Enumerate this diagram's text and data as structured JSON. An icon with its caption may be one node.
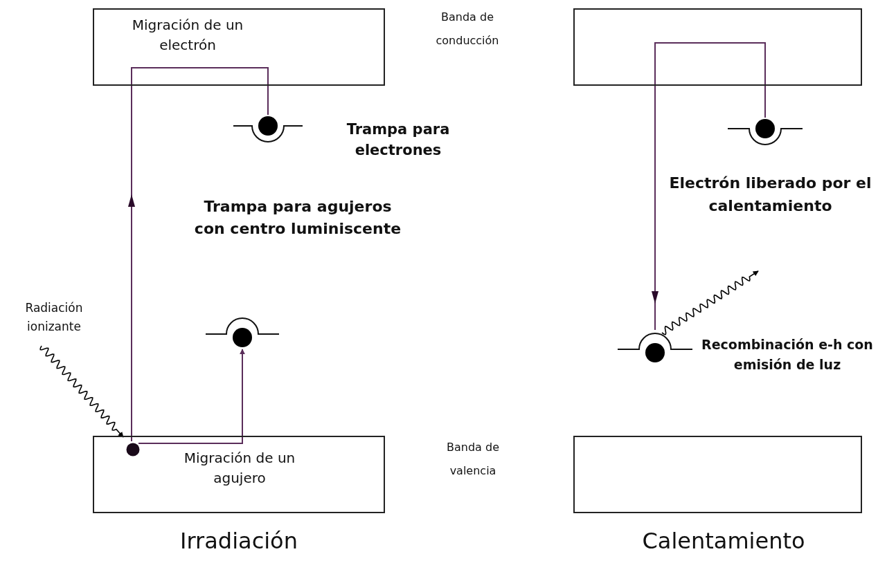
{
  "diagram": {
    "nodes": [
      {
        "text": [
          "Migración de un electrón"
        ]
      },
      {
        "text": [],
        "shape": "circle",
        "beside": [
          "Trampa para electrones"
        ]
      },
      {
        "text": [],
        "shape": "circle"
      },
      {
        "text": [
          "Radiación ionizante"
        ]
      },
      {
        "text": [
          "Migración de un agujero"
        ]
      },
      {
        "text": [],
        "shape": "circle",
        "in": 4
      },
      {
        "text": [],
        "shape": "box"
      },
      {
        "text": [],
        "shape": "circle"
      },
      {
        "text": [],
        "shape": "circle",
        "beside": [
          "Recombinación e-h con emisión de luz"
        ]
      },
      {
        "text": [],
        "shape": "box"
      }
    ],
    "edges": [
      {
        "from": 5,
        "to": 0,
        "arrow": "to"
      },
      {
        "from": 0,
        "to": 1,
        "arrow": "none"
      },
      {
        "from": 5,
        "to": 2,
        "arrow": "to"
      },
      {
        "from": 3,
        "to": 5,
        "arrow": "to",
        "color": "#000000"
      },
      {
        "from": 7,
        "to": 6,
        "arrow": "none"
      },
      {
        "from": 6,
        "to": 8,
        "arrow": "to"
      },
      {
        "from": 8,
        "to": null,
        "arrow": "to",
        "color": "#000000"
      }
    ],
    "labels": [
      "Banda de conducción",
      "Trampa para agujeros con centro luminiscente",
      "Electrón liberado por el calentamiento",
      "Banda de valencia",
      "Irradiación",
      "Calentamiento"
    ]
  }
}
